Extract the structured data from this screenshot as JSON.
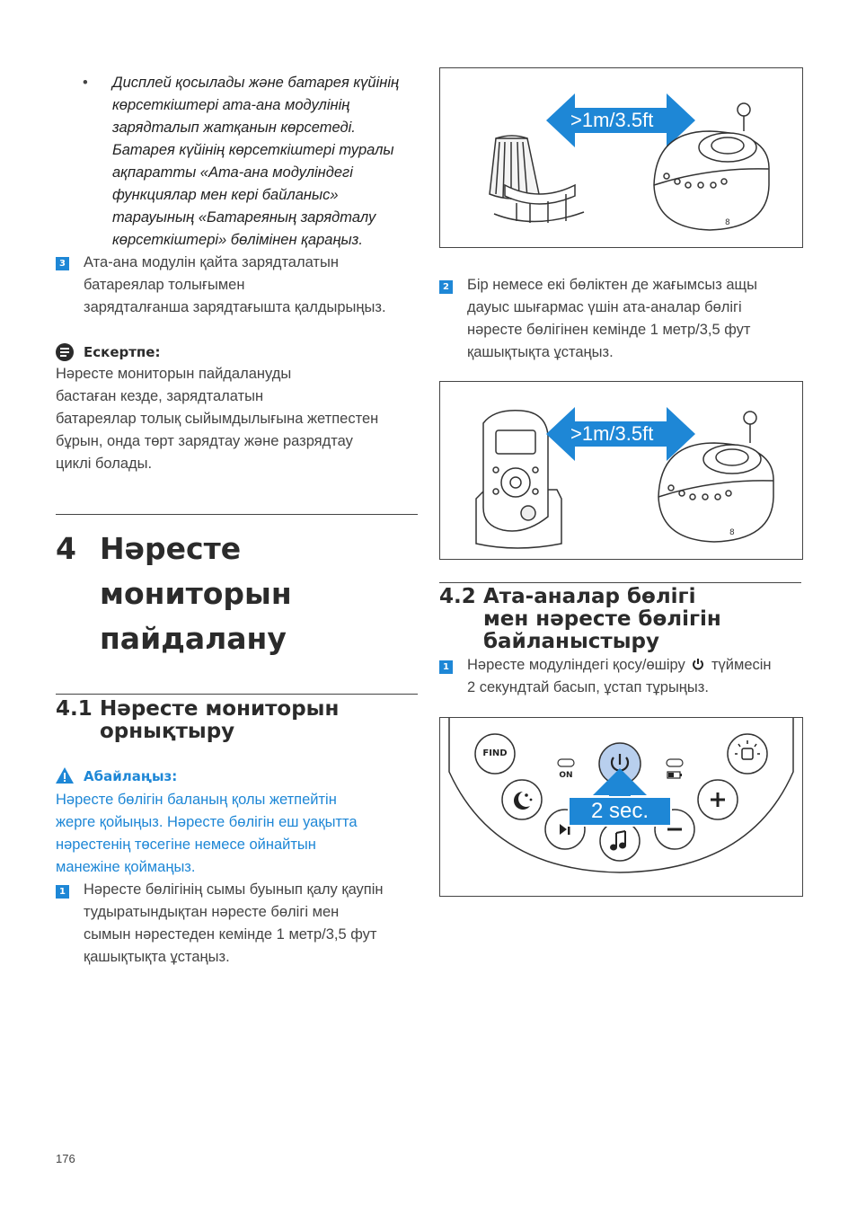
{
  "left": {
    "bullet_symbol": "•",
    "bullet_lines": [
      "Дисплей қосылады және батарея күйінің",
      "көрсеткіштері ата-ана модулінің",
      "зарядталып жатқанын көрсетеді.",
      "Батарея күйінің көрсеткіштері туралы",
      "ақпаратты «Ата-ана модуліндегі",
      "функциялар мен кері байланыс»",
      "тарауының «Батареяның зарядталу",
      "көрсеткіштері» бөлімінен қараңыз."
    ],
    "step3_num": "3",
    "step3_lines": [
      "Ата-ана модулін қайта зарядталатын",
      "батареялар толығымен",
      "зарядталғанша зарядтағышта қалдырыңыз."
    ],
    "note_title": "Ескертпе:",
    "note_lines": [
      "Нәресте мониторын пайдалануды",
      "бастаған кезде, зарядталатын",
      "батареялар толық сыйымдылығына жетпестен",
      "бұрын, онда төрт зарядтау және разрядтау",
      "циклі болады."
    ],
    "chapter_num": "4",
    "chapter_lines": [
      "Нәресте",
      "мониторын",
      "пайдалану"
    ],
    "sec41_num": "4.1",
    "sec41_lines": [
      "Нәресте мониторын",
      "орнықтыру"
    ],
    "caution_title": "Абайлаңыз:",
    "caution_lines": [
      "Нәресте бөлігін баланың қолы жетпейтін",
      "жерге қойыңыз. Нәресте бөлігін еш уақытта",
      "нәрестенің төсегіне немесе ойнайтын",
      "манежіне қоймаңыз."
    ],
    "step1_num": "1",
    "step1_lines": [
      "Нәресте бөлігінің сымы буынып қалу қаупін",
      "тудыратындықтан нәресте бөлігі мен",
      "сымын нәрестеден кемінде 1 метр/3,5 фут",
      "қашықтықта ұстаңыз."
    ]
  },
  "right": {
    "fig1_label": ">1m/3.5ft",
    "fig2_label": ">1m/3.5ft",
    "step2_num": "2",
    "step2_lines": [
      "Бір немесе екі бөліктен де жағымсыз ащы",
      "дауыс шығармас үшін ата-аналар бөлігі",
      "нәресте бөлігінен кемінде 1 метр/3,5 фут",
      "қашықтықта ұстаңыз."
    ],
    "sec42_num": "4.2",
    "sec42_lines": [
      "Ата-аналар бөлігі",
      "мен нәресте бөлігін",
      "байланыстыру"
    ],
    "step42_num": "1",
    "step42_line1_before": "Нәресте модуліндегі қосу/өшіру",
    "step42_line1_after": "түймесін",
    "step42_line2": "2 секундтай басып, ұстап тұрыңыз.",
    "fig3_find": "FIND",
    "fig3_on": "ON",
    "fig3_sec": "2 sec."
  },
  "page_number": "176",
  "colors": {
    "accent_blue": "#1e87d6",
    "text": "#444444"
  },
  "icons": [
    "power-icon",
    "warning-icon",
    "note-icon",
    "music-icon",
    "play-skip-icon",
    "plus-icon",
    "minus-icon",
    "night-light-icon",
    "lamp-icon",
    "battery-icon"
  ]
}
